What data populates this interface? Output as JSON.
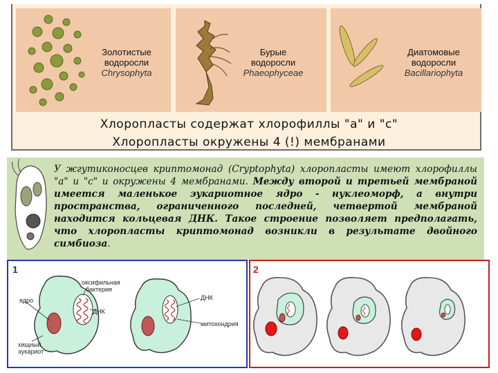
{
  "algae": [
    {
      "ru1": "Золотистые",
      "ru2": "водоросли",
      "lat": "Chrysophyta"
    },
    {
      "ru1": "Бурые",
      "ru2": "водоросли",
      "lat": "Phaeophyceae"
    },
    {
      "ru1": "Диатомовые",
      "ru2": "водоросли",
      "lat": "Bacillariophyta"
    }
  ],
  "summary": {
    "line1": "Хлоропласты содержат хлорофиллы \"а\" и \"с\"",
    "line2": "Хлоропласты окружены 4 (!) мембранами"
  },
  "crypto": {
    "part1": "У жгутиконосцев криптомонад (Cryptophyta) хлоропласты имеют хлорофиллы \"а\" и \"с\" и окружены 4 мембранами.",
    "part2": "Между второй и третьей мембраной имеется маленькое эукариотное ядро - нуклеоморф, а внутри пространства, ограниченного последней, четвертой мембраной находится кольцевая ДНК. Такое строение позволяет предполагать, что хлоропласты криптомонад возникли в результате двойного симбиоза",
    "part3": "."
  },
  "diagram1": {
    "number": "1",
    "labels": {
      "nucleus": "ядро",
      "bacterium1": "оксифильная",
      "bacterium2": "бактерия",
      "dna_left": "ДНК",
      "predator1": "хищный",
      "predator2": "эукариот",
      "dna_right": "ДНК",
      "mitochondrion": "митохондрия"
    }
  },
  "diagram2": {
    "number": "2"
  },
  "colors": {
    "panel": "#f2c9a8",
    "crypto_bg": "#cfe0b6",
    "box1_border": "#2838a8",
    "box2_border": "#c02020",
    "cell_green": "#c8f0dc"
  }
}
